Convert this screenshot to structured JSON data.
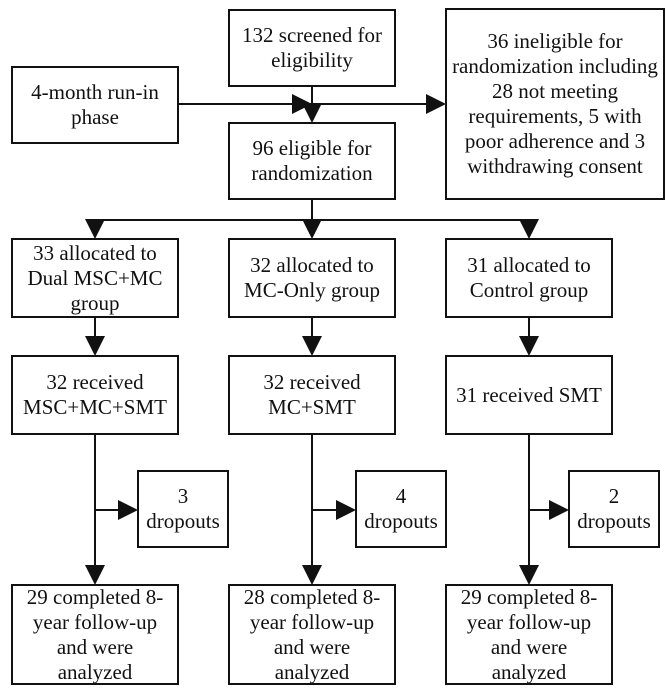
{
  "flowchart": {
    "kind": "CONSORT participant flow diagram",
    "colors": {
      "line": "#111111",
      "text": "#111111",
      "background": "#ffffff"
    },
    "boxes": {
      "screened": "132 screened for\neligibility",
      "run_in": "4-month run-in\nphase",
      "ineligible": "36 ineligible for\nrandomization including\n28 not meeting\nrequirements, 5 with\npoor adherence and 3\nwithdrawing consent",
      "eligible": "96 eligible for\nrandomization",
      "allocated_dual": "33 allocated to\nDual MSC+MC\ngroup",
      "allocated_mc_only": "32 allocated to\nMC-Only group",
      "allocated_control": "31 allocated to\nControl group",
      "received_dual": "32 received\nMSC+MC+SMT",
      "received_mc": "32 received\nMC+SMT",
      "received_smt": "31 received SMT",
      "dropouts_dual": "3\ndropouts",
      "dropouts_mc": "4\ndropouts",
      "dropouts_control": "2\ndropouts",
      "completed_dual": "29 completed 8-\nyear follow-up\nand were\nanalyzed",
      "completed_mc": "28 completed 8-\nyear follow-up\nand were\nanalyzed",
      "completed_control": "29 completed 8-\nyear follow-up\nand were\nanalyzed"
    }
  }
}
